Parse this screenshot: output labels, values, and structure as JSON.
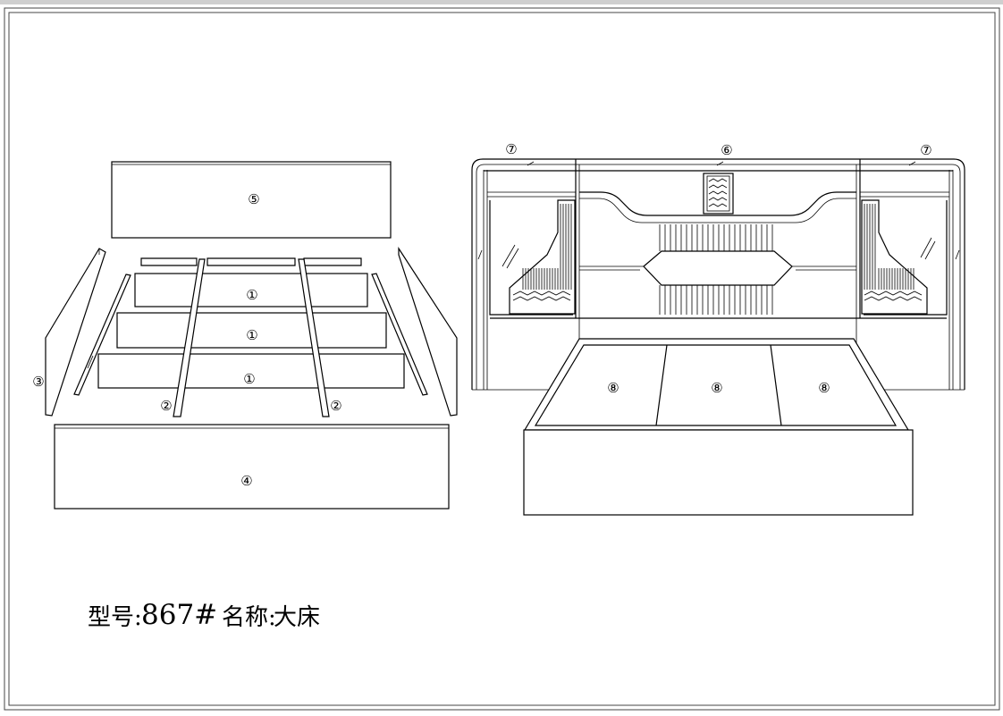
{
  "caption": {
    "model_label": "型号:",
    "model_value": "867#",
    "name_label": "名称:",
    "name_value": "大床"
  },
  "left_view": {
    "labels": {
      "header_board": "⑤",
      "drawer_top": "①",
      "drawer_mid": "①",
      "drawer_bottom": "①",
      "divider_left": "②",
      "divider_right": "②",
      "side_panel": "③",
      "foot_board": "④"
    }
  },
  "right_view": {
    "labels": {
      "cap_left": "⑦",
      "headboard_center": "⑥",
      "cap_right": "⑦",
      "slat_left": "⑧",
      "slat_center": "⑧",
      "slat_right": "⑧"
    }
  },
  "icons": [
    "wave-vent-icon",
    "zigzag-pattern-icon",
    "glass-reflection-icon"
  ],
  "colors": {
    "line": "#000000",
    "background": "#ffffff",
    "frame": "#555555"
  }
}
